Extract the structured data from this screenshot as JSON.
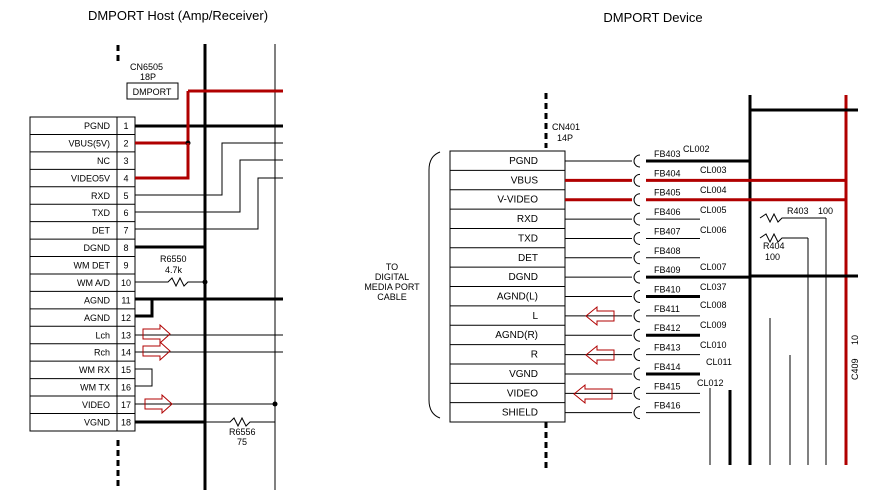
{
  "titles": {
    "host": "DMPORT Host (Amp/Receiver)",
    "device": "DMPORT Device"
  },
  "host": {
    "connector_ref": "CN6505",
    "connector_pins": "18P",
    "connector_label": "DMPORT",
    "pins": [
      {
        "num": "1",
        "name": "PGND"
      },
      {
        "num": "2",
        "name": "VBUS(5V)"
      },
      {
        "num": "3",
        "name": "NC"
      },
      {
        "num": "4",
        "name": "VIDEO5V"
      },
      {
        "num": "5",
        "name": "RXD"
      },
      {
        "num": "6",
        "name": "TXD"
      },
      {
        "num": "7",
        "name": "DET"
      },
      {
        "num": "8",
        "name": "DGND"
      },
      {
        "num": "9",
        "name": "WM DET"
      },
      {
        "num": "10",
        "name": "WM A/D"
      },
      {
        "num": "11",
        "name": "AGND"
      },
      {
        "num": "12",
        "name": "AGND"
      },
      {
        "num": "13",
        "name": "Lch"
      },
      {
        "num": "14",
        "name": "Rch"
      },
      {
        "num": "15",
        "name": "WM RX"
      },
      {
        "num": "16",
        "name": "WM TX"
      },
      {
        "num": "17",
        "name": "VIDEO"
      },
      {
        "num": "18",
        "name": "VGND"
      }
    ],
    "r6550": {
      "ref": "R6550",
      "value": "4.7k"
    },
    "r6556": {
      "ref": "R6556",
      "value": "75"
    }
  },
  "device": {
    "connector_ref": "CN401",
    "connector_pins": "14P",
    "cable_label": [
      "TO",
      "DIGITAL",
      "MEDIA PORT",
      "CABLE"
    ],
    "pins": [
      "PGND",
      "VBUS",
      "V-VIDEO",
      "RXD",
      "TXD",
      "DET",
      "DGND",
      "AGND(L)",
      "L",
      "AGND(R)",
      "R",
      "VGND",
      "VIDEO",
      "SHIELD"
    ],
    "ferrites": [
      "FB403",
      "FB404",
      "FB405",
      "FB406",
      "FB407",
      "FB408",
      "FB409",
      "FB410",
      "FB411",
      "FB412",
      "FB413",
      "FB414",
      "FB415",
      "FB416"
    ],
    "caps": [
      "CL002",
      "CL003",
      "CL004",
      "CL005",
      "CL006",
      "CL007",
      "CL037",
      "CL008",
      "CL009",
      "CL010",
      "CL011",
      "CL012"
    ],
    "r403": {
      "ref": "R403",
      "value": "100"
    },
    "r404": {
      "ref": "R404",
      "value": "100"
    },
    "c409": {
      "ref": "C409",
      "value": "10"
    }
  }
}
